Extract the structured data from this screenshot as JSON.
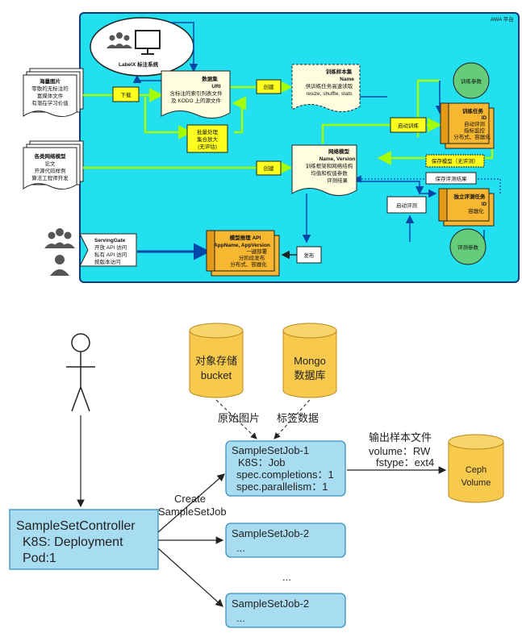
{
  "platform": {
    "label": "AWA 平台",
    "colors": {
      "background": "#22e0ef",
      "yellow": "#ffff1f",
      "orange": "#f7b731",
      "green": "#64cc7a",
      "arrow_green": "#a4ff00",
      "doc": "#fffde0",
      "blue": "#0047a8"
    }
  },
  "top": {
    "labelx": "LabelX 标注系统",
    "raw_images": [
      "海量图片",
      "零散的无标注的",
      "富媒体文件",
      "有潜在学习价值"
    ],
    "models_src": [
      "各类网络模型",
      "论文",
      "开源代码样例",
      "算法工程师开发"
    ],
    "servinggate": [
      "ServingGate",
      "开放 API 访问",
      "私有 API 访问",
      "按版本访问"
    ],
    "download": "下载",
    "dataset": [
      "数据集",
      "URI",
      "含标注的索引列表文件",
      "及 KODO 上的源文件"
    ],
    "create1": "创建",
    "create2": "创建",
    "batch": [
      "批量处理",
      "集合放大",
      "(无评估)"
    ],
    "sampleset": [
      "训练样本集",
      "Name",
      "供训练任务高速读取",
      "resize, shuffle, stats"
    ],
    "train_params": "训练参数",
    "start_training": "启动训练",
    "train_task": [
      "训练任务",
      "ID",
      "自动评测",
      "指标监控",
      "分布式、容器化"
    ],
    "save_model": "保存模型（无评测）",
    "save_result": "保存评测结果",
    "net_model": [
      "网络模型",
      "Name, Version",
      "训练框架和网络结构",
      "均值和权值参数",
      "评测结果"
    ],
    "start_eval": "启动评测",
    "eval_task": [
      "独立评测任务",
      "ID",
      "容器化"
    ],
    "eval_params": "评测参数",
    "publish": "发布",
    "inference_api": [
      "模型推理 API",
      "AppName, AppVersion",
      "一键部署",
      "分阶段发布",
      "分布式、容器化"
    ]
  },
  "bottom": {
    "storage": [
      "对象存储",
      "bucket"
    ],
    "mongo": [
      "Mongo",
      "数据库"
    ],
    "raw_image_label": "原始图片",
    "tag_data_label": "标签数据",
    "job1": [
      "SampleSetJob-1",
      "K8S：Job",
      "spec.completions：1",
      "spec.parallelism：1"
    ],
    "job2": [
      "SampleSetJob-2",
      "..."
    ],
    "job3": [
      "SampleSetJob-2",
      "..."
    ],
    "ellipsis": "...",
    "output": [
      "输出样本文件",
      "volume：RW",
      "fstype：ext4"
    ],
    "ceph": [
      "Ceph",
      "Volume"
    ],
    "create_label": [
      "Create",
      "SampleSetJob"
    ],
    "controller": [
      "SampleSetController",
      "K8S: Deployment",
      "Pod:1"
    ]
  }
}
